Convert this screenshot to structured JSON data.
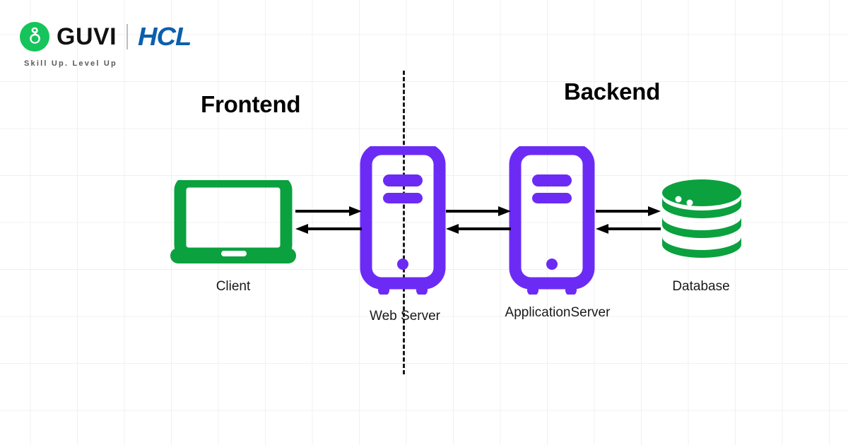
{
  "brand": {
    "guvi_mark_icon": "guvi-g-mark-icon",
    "guvi_wordmark": "GUVI",
    "hcl_wordmark": "HCL",
    "tagline": "Skill Up. Level Up",
    "guvi_green": "#16C45C",
    "hcl_blue": "#0B5FAD"
  },
  "diagram": {
    "sections": [
      {
        "key": "frontend",
        "label": "Frontend"
      },
      {
        "key": "backend",
        "label": "Backend"
      }
    ],
    "divider": {
      "style": "dashed",
      "orientation": "vertical"
    },
    "nodes": [
      {
        "key": "client",
        "label": "Client",
        "icon": "laptop-icon",
        "color": "#0BA13F"
      },
      {
        "key": "webserver",
        "label": "Web Server",
        "icon": "server-tower-icon",
        "color": "#6C2BF5"
      },
      {
        "key": "appserver",
        "label": "ApplicationServer",
        "icon": "server-tower-icon",
        "color": "#6C2BF5"
      },
      {
        "key": "database",
        "label": "Database",
        "icon": "database-icon",
        "color": "#0BA13F"
      }
    ],
    "connections": [
      {
        "from": "client",
        "to": "webserver",
        "bidirectional": true
      },
      {
        "from": "webserver",
        "to": "appserver",
        "bidirectional": true
      },
      {
        "from": "appserver",
        "to": "database",
        "bidirectional": true
      }
    ],
    "colors": {
      "server_purple": "#6C2BF5",
      "node_green": "#0BA13F",
      "arrow_black": "#000000",
      "grid_line": "#f0f0f0"
    }
  }
}
